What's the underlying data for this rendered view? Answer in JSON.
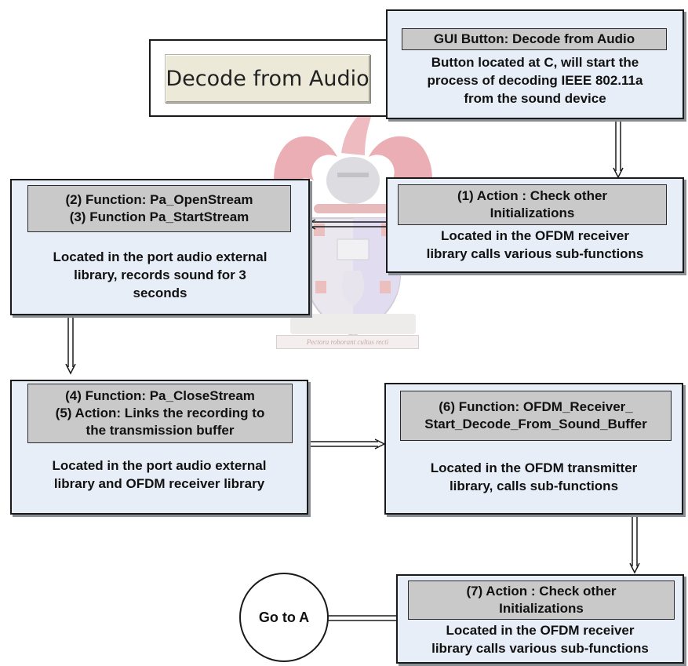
{
  "gui_button": {
    "button_label": "Decode from Audio",
    "header": "GUI Button: Decode from Audio",
    "description": [
      "Button located at C, will start the",
      "process of decoding IEEE 802.11a",
      "from the sound device"
    ]
  },
  "step1": {
    "header": [
      "(1) Action : Check other",
      "Initializations"
    ],
    "description": [
      "Located in the OFDM  receiver",
      "library calls various sub-functions"
    ]
  },
  "step2_3": {
    "header": [
      "(2) Function: Pa_OpenStream",
      "(3) Function Pa_StartStream"
    ],
    "description": [
      "Located in the port audio external",
      "library, records sound for 3",
      "seconds"
    ]
  },
  "step4_5": {
    "header": [
      "(4) Function: Pa_CloseStream",
      "(5) Action: Links the recording to",
      "the transmission buffer"
    ],
    "description": [
      "Located in the port audio external",
      "library and OFDM receiver library"
    ]
  },
  "step6": {
    "header": [
      "(6) Function: OFDM_Receiver_",
      "Start_Decode_From_Sound_Buffer"
    ],
    "description": [
      "Located in the OFDM transmitter",
      "library, calls sub-functions"
    ]
  },
  "step7": {
    "header": [
      "(7) Action : Check other",
      "Initializations"
    ],
    "description": [
      "Located in the OFDM  receiver",
      "library calls various sub-functions"
    ]
  },
  "goto": {
    "label": "Go to A"
  },
  "watermark": {
    "motto": "Pectora roborant cultus recti"
  }
}
